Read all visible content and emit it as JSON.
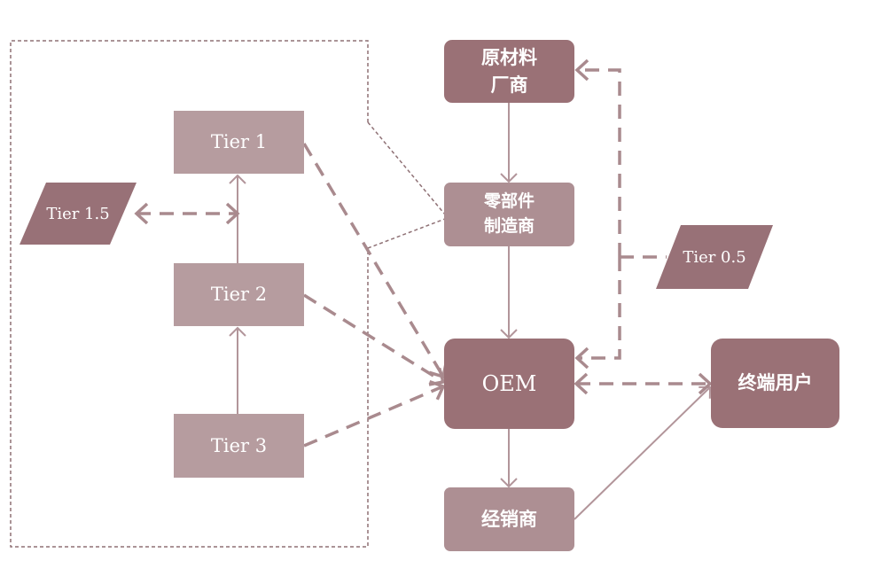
{
  "colors": {
    "connector": "#b2959a",
    "dashed_arrow": "#a98a8e",
    "outline": "#8f7175",
    "tier_fill": "#b69c9f",
    "supplier_fill": "#9a7176",
    "component_fill": "#ad8f93",
    "parallelogram_fill": "#987177"
  },
  "nodes": {
    "tier1": "Tier 1",
    "tier2": "Tier 2",
    "tier3": "Tier 3",
    "tier15": "Tier 1.5",
    "tier05": "Tier 0.5",
    "raw_material": "原材料\n厂商",
    "component_maker": "零部件\n制造商",
    "oem": "OEM",
    "end_user": "终端用户",
    "dealer": "经销商"
  },
  "diagram_data": {
    "type": "supply-chain-flow",
    "edges": [
      {
        "from": "Tier 3",
        "to": "Tier 2",
        "style": "solid"
      },
      {
        "from": "Tier 2",
        "to": "Tier 1",
        "style": "solid"
      },
      {
        "from": "Tier 1.5",
        "to": "Tier 1",
        "style": "dashed",
        "bidirectional": true
      },
      {
        "from": "Tier 1",
        "to": "OEM",
        "style": "dashed"
      },
      {
        "from": "Tier 2",
        "to": "OEM",
        "style": "dashed"
      },
      {
        "from": "Tier 3",
        "to": "OEM",
        "style": "dashed"
      },
      {
        "from": "原材料厂商",
        "to": "零部件制造商",
        "style": "solid"
      },
      {
        "from": "零部件制造商",
        "to": "OEM",
        "style": "solid"
      },
      {
        "from": "OEM",
        "to": "经销商",
        "style": "solid"
      },
      {
        "from": "经销商",
        "to": "终端用户",
        "style": "solid"
      },
      {
        "from": "OEM",
        "to": "终端用户",
        "style": "dashed",
        "bidirectional": true
      },
      {
        "from": "Tier 0.5",
        "to": "原材料厂商",
        "style": "dashed"
      },
      {
        "from": "Tier 0.5",
        "to": "OEM",
        "style": "dashed"
      }
    ]
  }
}
